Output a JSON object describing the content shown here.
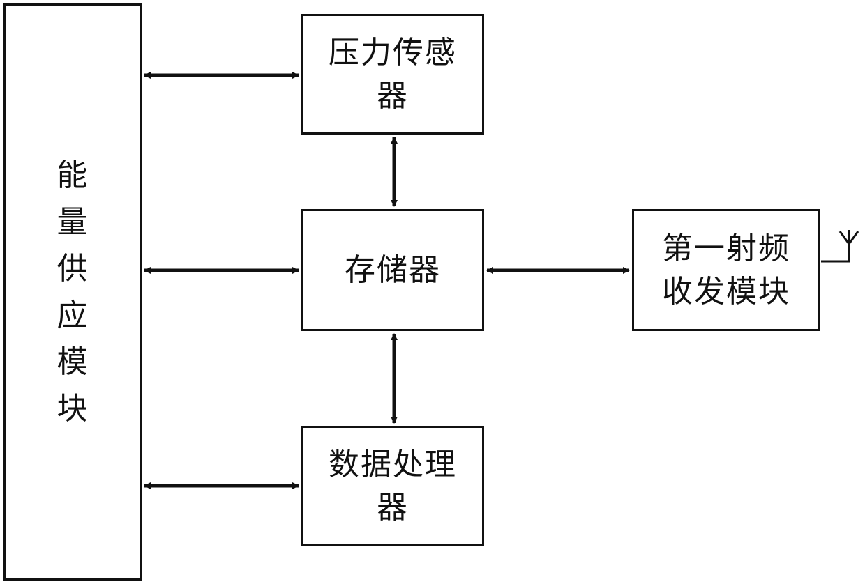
{
  "blocks": {
    "energy_supply": {
      "lines": [
        "能",
        "量",
        "供",
        "应",
        "模",
        "块"
      ]
    },
    "pressure_sensor": {
      "lines": [
        "压力传感",
        "器"
      ]
    },
    "memory": {
      "lines": [
        "存储器"
      ]
    },
    "data_processor": {
      "lines": [
        "数据处理",
        "器"
      ]
    },
    "rf_transceiver": {
      "lines": [
        "第一射频",
        "收发模块"
      ]
    }
  },
  "icons": {
    "antenna": "antenna-icon",
    "arrow": "double-headed-arrow"
  },
  "colors": {
    "stroke": "#111111",
    "background": "#ffffff"
  }
}
